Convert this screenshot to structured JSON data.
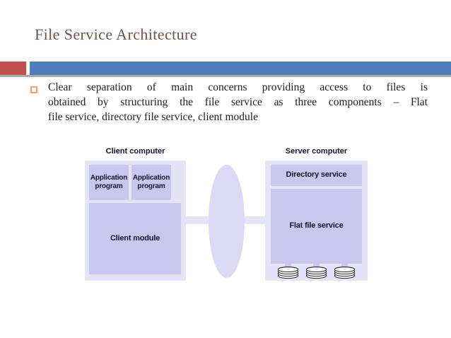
{
  "slide": {
    "title": "File Service Architecture",
    "bullet": {
      "lines": [
        "Clear separation of main concerns providing access to files is",
        "obtained by structuring the file service as three components – Flat",
        "file service, directory file service, client module"
      ]
    }
  },
  "diagram": {
    "client": {
      "label": "Client computer",
      "app_program_1": "Application program",
      "app_program_2": "Application program",
      "client_module": "Client module"
    },
    "network": {
      "shape": "ellipse"
    },
    "server": {
      "label": "Server computer",
      "directory_service": "Directory service",
      "flat_file_service": "Flat file service",
      "disk_count": 3
    }
  },
  "colors": {
    "accent_red": "#C0504D",
    "accent_blue": "#4D7EBB",
    "bar_shadow": "#ABABAB",
    "title_text": "#69564C",
    "body_text": "#1D1D1D",
    "bullet_marker": "#E2A284",
    "lavender_light": "#E5E4F7",
    "lavender_mid": "#C9C7EE",
    "network_ellipse": "#DBD9F4",
    "diagram_text": "#14142B"
  }
}
